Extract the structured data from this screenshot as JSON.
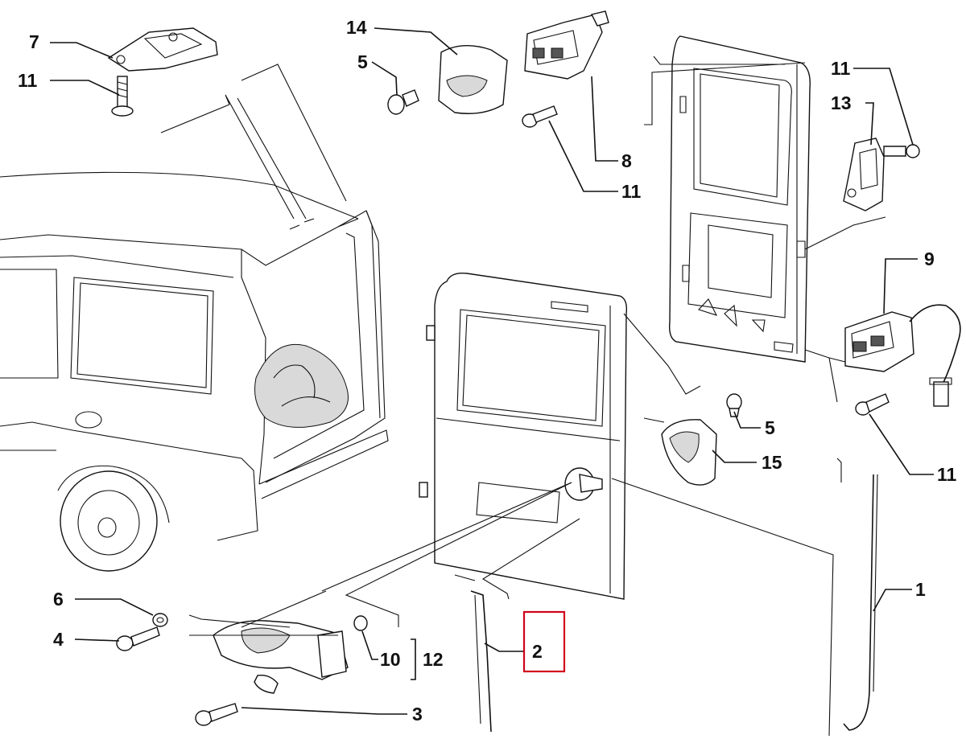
{
  "callouts": {
    "c1": "1",
    "c2": "2",
    "c3": "3",
    "c4": "4",
    "c5a": "5",
    "c5b": "5",
    "c6": "6",
    "c7": "7",
    "c8": "8",
    "c9": "9",
    "c10": "10",
    "c11a": "11",
    "c11b": "11",
    "c11c": "11",
    "c11d": "11",
    "c12": "12",
    "c13": "13",
    "c14": "14",
    "c15": "15"
  },
  "highlight": {
    "callout": "2",
    "color": "#d0021b"
  }
}
